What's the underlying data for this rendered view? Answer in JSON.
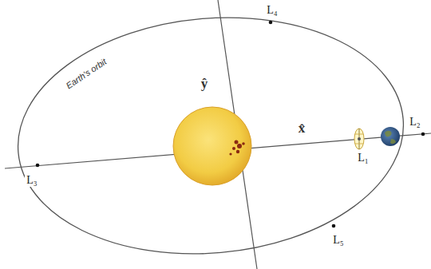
{
  "diagram": {
    "labels": [
      "Earth's orbit",
      "ŷ",
      "x̂",
      "L₄",
      "L₁",
      "L₂",
      "L₃",
      "L₅"
    ]
  }
}
